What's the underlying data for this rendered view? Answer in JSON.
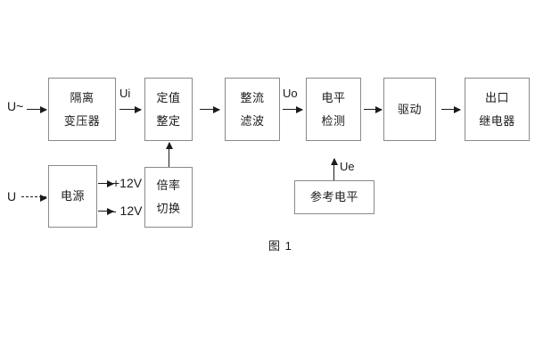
{
  "diagram": {
    "caption": "图 1",
    "signal_chain": [
      {
        "id": "isolation-transformer",
        "lines": [
          "隔离",
          "变压器"
        ]
      },
      {
        "id": "setpoint-adjust",
        "lines": [
          "定值",
          "整定"
        ]
      },
      {
        "id": "rectifier-filter",
        "lines": [
          "整流",
          "滤波"
        ]
      },
      {
        "id": "level-detection",
        "lines": [
          "电平",
          "检测"
        ]
      },
      {
        "id": "drive",
        "lines": [
          "驱动"
        ]
      },
      {
        "id": "output-relay",
        "lines": [
          "出口",
          "继电器"
        ]
      }
    ],
    "support_blocks": [
      {
        "id": "power-supply",
        "lines": [
          "电源"
        ]
      },
      {
        "id": "range-switching",
        "lines": [
          "倍率",
          "切换"
        ]
      },
      {
        "id": "reference-level",
        "lines": [
          "参考电平"
        ]
      }
    ],
    "signal_labels": {
      "ac_input": "U~",
      "dc_input": "U",
      "ui": "Ui",
      "uo": "Uo",
      "ue": "Ue",
      "supply_positive": "+12V",
      "supply_negative": "- 12V"
    },
    "colors": {
      "block_border": "#8a8a8a",
      "connector": "#1b1b1b",
      "text": "#1b1b1b",
      "background": "#ffffff"
    }
  }
}
